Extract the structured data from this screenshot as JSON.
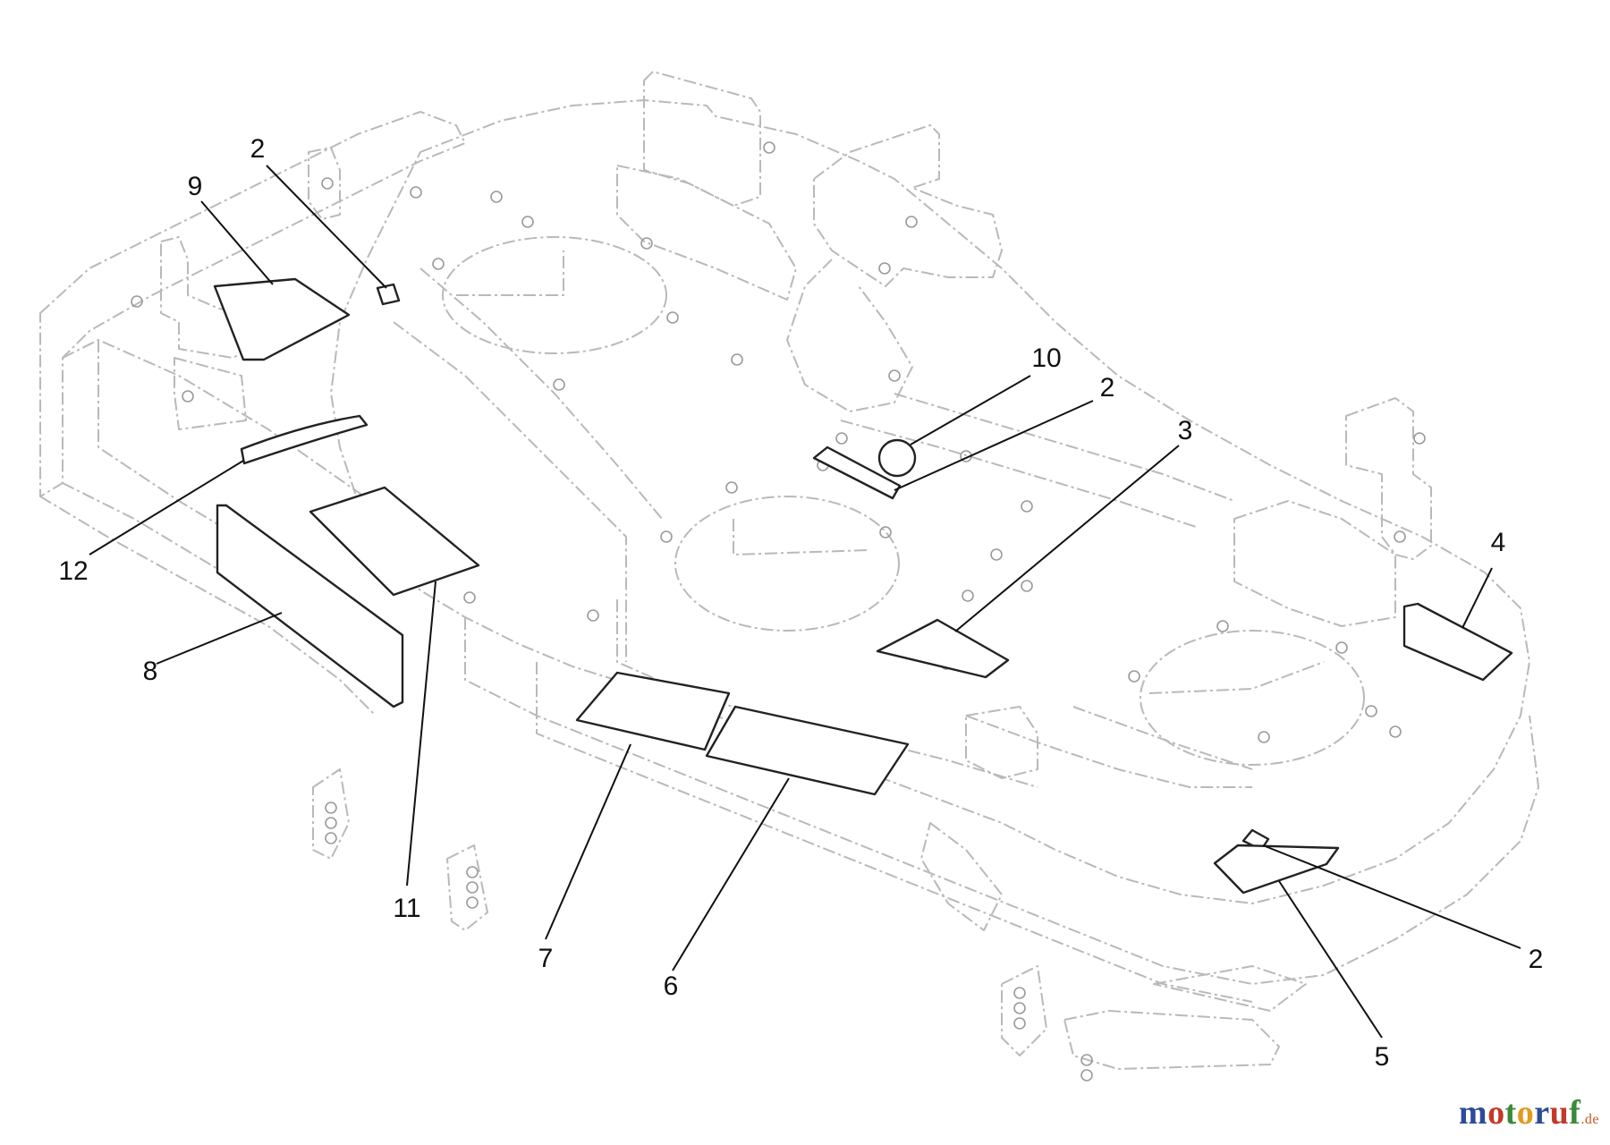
{
  "callouts": [
    {
      "id": "c2a",
      "number": "2"
    },
    {
      "id": "c9",
      "number": "9"
    },
    {
      "id": "c10",
      "number": "10"
    },
    {
      "id": "c2b",
      "number": "2"
    },
    {
      "id": "c3",
      "number": "3"
    },
    {
      "id": "c4",
      "number": "4"
    },
    {
      "id": "c12",
      "number": "12"
    },
    {
      "id": "c8",
      "number": "8"
    },
    {
      "id": "c11",
      "number": "11"
    },
    {
      "id": "c7",
      "number": "7"
    },
    {
      "id": "c6",
      "number": "6"
    },
    {
      "id": "c2c",
      "number": "2"
    },
    {
      "id": "c5",
      "number": "5"
    }
  ],
  "watermark": {
    "letters": [
      {
        "ch": "m",
        "color": "#2d4a9b"
      },
      {
        "ch": "o",
        "color": "#c23a2a"
      },
      {
        "ch": "t",
        "color": "#3a8a3a"
      },
      {
        "ch": "o",
        "color": "#e39a1c"
      },
      {
        "ch": "r",
        "color": "#2d4a9b"
      },
      {
        "ch": "u",
        "color": "#c23a2a"
      },
      {
        "ch": "f",
        "color": "#3a8a3a"
      }
    ],
    "domain": ".de"
  }
}
